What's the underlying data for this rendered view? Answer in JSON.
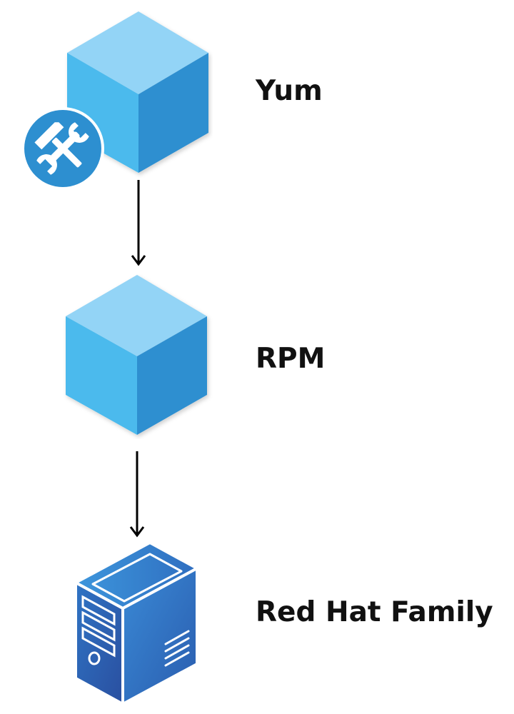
{
  "diagram": {
    "nodes": [
      {
        "id": "yum",
        "label": "Yum",
        "icon": "package-cube-with-tools-icon"
      },
      {
        "id": "rpm",
        "label": "RPM",
        "icon": "package-cube-icon"
      },
      {
        "id": "redhat",
        "label": "Red Hat Family",
        "icon": "server-tower-icon"
      }
    ],
    "edges": [
      {
        "from": "yum",
        "to": "rpm"
      },
      {
        "from": "rpm",
        "to": "redhat"
      }
    ],
    "colors": {
      "cube_top": "#93d4f6",
      "cube_left": "#4bbaed",
      "cube_right": "#2d8fd0",
      "badge": "#2d8fd0",
      "server_dark": "#2a5cae",
      "server_light": "#3a8ad6",
      "arrow": "#000000"
    }
  }
}
